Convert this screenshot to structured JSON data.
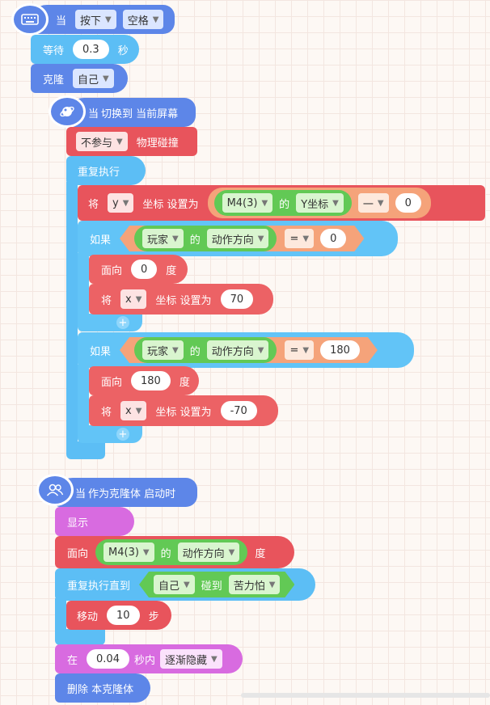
{
  "script1": {
    "hat": {
      "prefix": "当",
      "key_action": "按下",
      "key": "空格"
    },
    "wait": {
      "label": "等待",
      "value": "0.3",
      "unit": "秒"
    },
    "clone": {
      "label": "克隆",
      "target": "自己"
    }
  },
  "script2": {
    "hat": {
      "prefix": "当",
      "event": "切换到 当前屏幕"
    },
    "physics": {
      "mode": "不参与",
      "label": "物理碰撞"
    },
    "repeat": {
      "label": "重复执行"
    },
    "set_y": {
      "verb": "将",
      "axis": "y",
      "label": "坐标 设置为",
      "object": "M4(3)",
      "of": "的",
      "property": "Y坐标",
      "operator": "一",
      "operand": "0"
    },
    "if1": {
      "label": "如果",
      "object": "玩家",
      "of": "的",
      "property": "动作方向",
      "operator": "=",
      "value": "0",
      "face": {
        "label": "面向",
        "value": "0",
        "unit": "度"
      },
      "set_x": {
        "verb": "将",
        "axis": "x",
        "label": "坐标 设置为",
        "value": "70"
      },
      "plus": "+"
    },
    "if2": {
      "label": "如果",
      "object": "玩家",
      "of": "的",
      "property": "动作方向",
      "operator": "=",
      "value": "180",
      "face": {
        "label": "面向",
        "value": "180",
        "unit": "度"
      },
      "set_x": {
        "verb": "将",
        "axis": "x",
        "label": "坐标 设置为",
        "value": "-70"
      },
      "plus": "+"
    }
  },
  "script3": {
    "hat": {
      "prefix": "当",
      "event": "作为克隆体 启动时"
    },
    "show": {
      "label": "显示"
    },
    "face": {
      "label": "面向",
      "object": "M4(3)",
      "of": "的",
      "property": "动作方向",
      "unit": "度"
    },
    "repeat_until": {
      "label": "重复执行直到",
      "object": "自己",
      "verb": "碰到",
      "target": "苦力怕"
    },
    "move": {
      "label": "移动",
      "value": "10",
      "unit": "步"
    },
    "fade": {
      "prefix": "在",
      "value": "0.04",
      "middle": "秒内",
      "effect": "逐渐隐藏"
    },
    "delete": {
      "label": "删除 本克隆体"
    }
  },
  "colors": {
    "event": "#5d86e8",
    "control": "#5cbef5",
    "motion": "#e8545c",
    "looks": "#d86be0",
    "sensing": "#62c955",
    "operator": "#f5a37a"
  },
  "icons": {
    "keyboard": "keyboard-icon",
    "planet": "planet-icon",
    "clone": "users-icon"
  }
}
